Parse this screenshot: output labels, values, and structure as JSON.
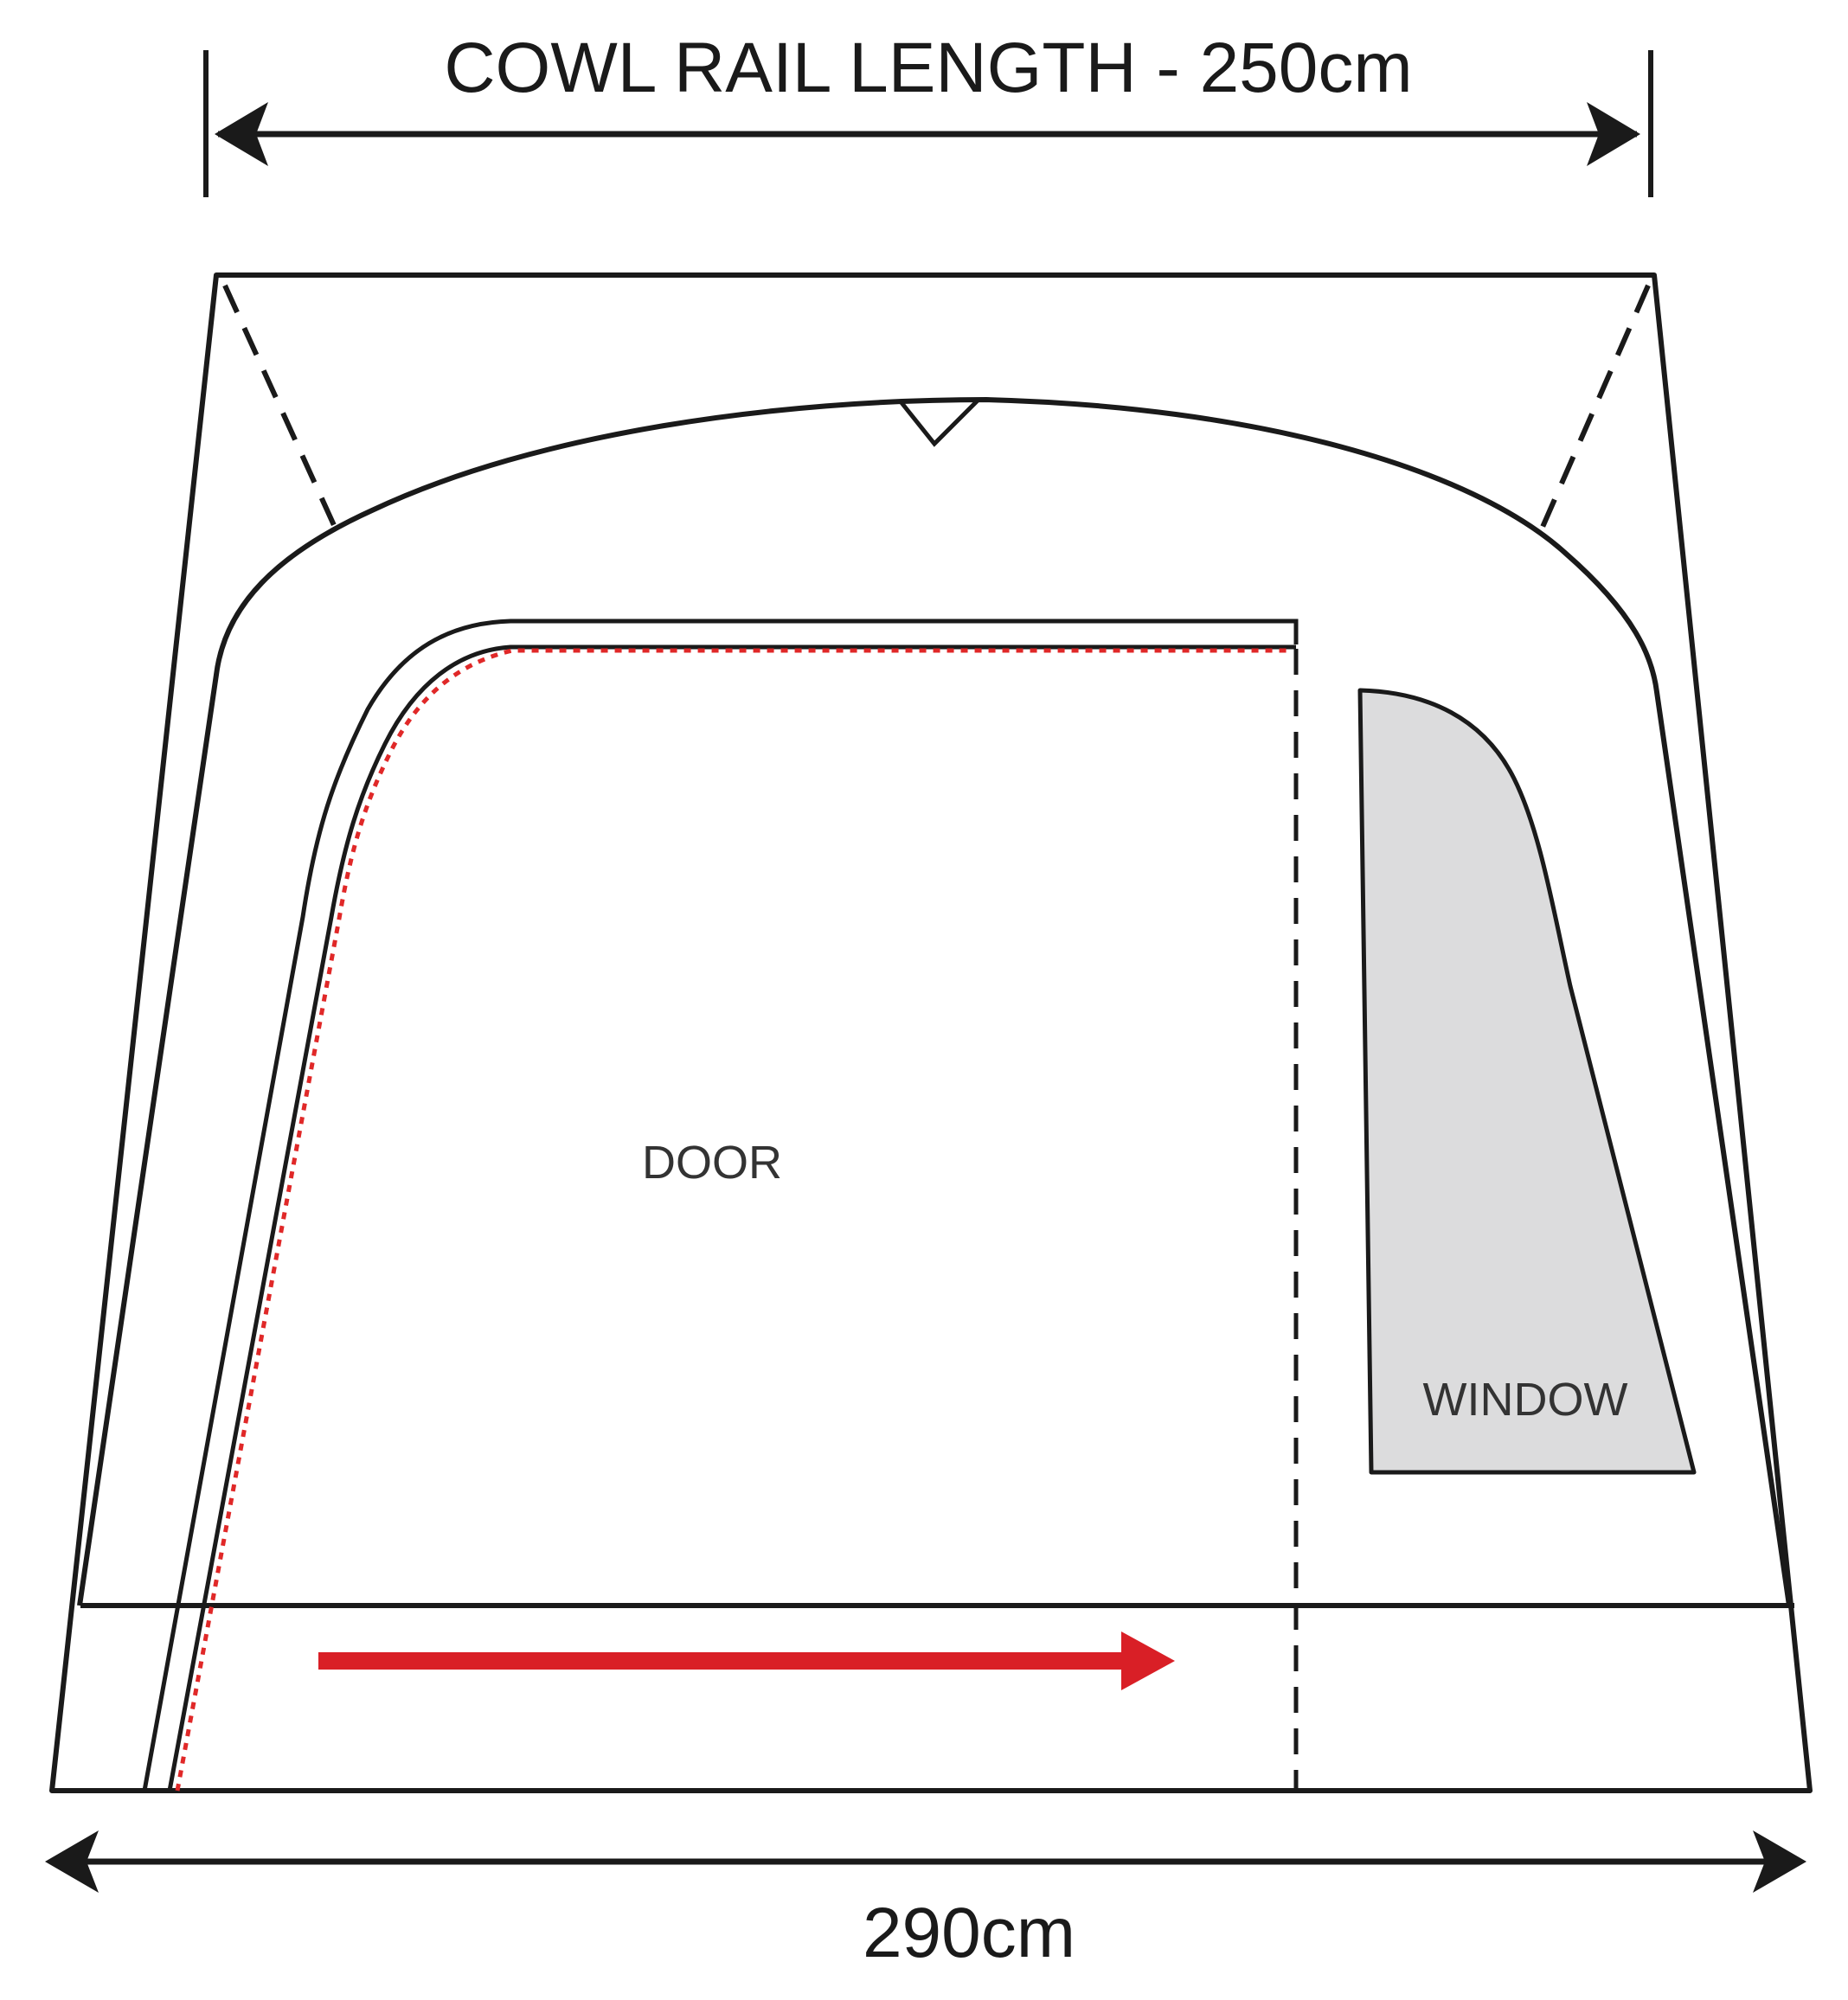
{
  "labels": {
    "cowl_rail": "COWL RAIL LENGTH - 250cm",
    "width": "290cm",
    "door": "DOOR",
    "window": "WINDOW"
  },
  "colors": {
    "outline": "#1a1a1a",
    "window_fill": "#dcdcdd",
    "zip_red": "#e02828",
    "arrow_red": "#d91f26",
    "background": "#ffffff"
  }
}
